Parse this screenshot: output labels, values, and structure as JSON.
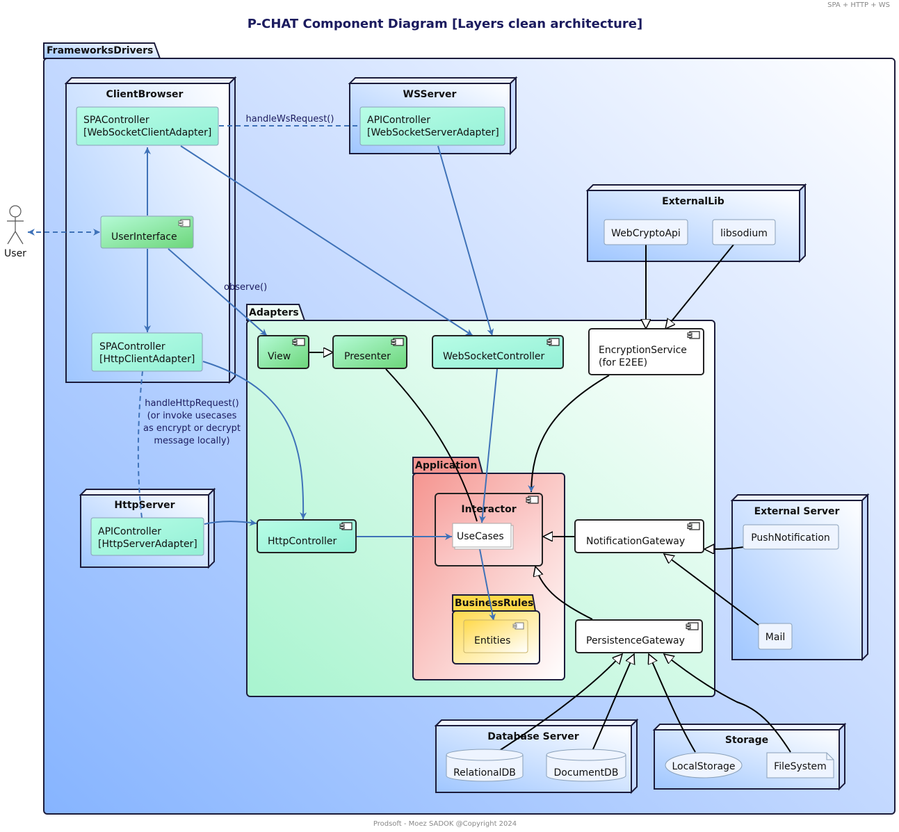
{
  "title": "P-CHAT Component Diagram [Layers clean architecture]",
  "header_note": "SPA + HTTP + WS",
  "footer": "Prodsoft - Moez SADOK @Copyright 2024",
  "actor": {
    "label": "User"
  },
  "packages": {
    "frameworks": "FrameworksDrivers",
    "adapters": "Adapters",
    "application": "Application",
    "business_rules": "BusinessRules"
  },
  "nodes": {
    "client_browser": "ClientBrowser",
    "ws_server": "WSServer",
    "external_lib": "ExternalLib",
    "http_server": "HttpServer",
    "external_server": "External Server",
    "database_server": "Database Server",
    "storage": "Storage",
    "interactor": "Interactor"
  },
  "components": {
    "spa_ws_line1": "SPAController",
    "spa_ws_line2": "[WebSocketClientAdapter]",
    "api_ws_line1": "APIController",
    "api_ws_line2": "[WebSocketServerAdapter]",
    "user_interface": "UserInterface",
    "spa_http_line1": "SPAController",
    "spa_http_line2": "[HttpClientAdapter]",
    "api_http_line1": "APIController",
    "api_http_line2": "[HttpServerAdapter]",
    "webcrypto": "WebCryptoApi",
    "libsodium": "libsodium",
    "view": "View",
    "presenter": "Presenter",
    "ws_controller": "WebSocketController",
    "encryption_line1": "EncryptionService",
    "encryption_line2": "(for E2EE)",
    "http_controller": "HttpController",
    "usecases": "UseCases",
    "entities": "Entities",
    "notification_gateway": "NotificationGateway",
    "persistence_gateway": "PersistenceGateway",
    "push_notification": "PushNotification",
    "mail": "Mail",
    "relational_db": "RelationalDB",
    "document_db": "DocumentDB",
    "local_storage": "LocalStorage",
    "file_system": "FileSystem"
  },
  "edge_labels": {
    "handle_ws": "handleWsRequest()",
    "observe": "observe()",
    "handle_http_1": "handleHttpRequest()",
    "handle_http_2": "(or invoke usecases",
    "handle_http_3": "as encrypt or decrypt",
    "handle_http_4": "message locally)"
  }
}
